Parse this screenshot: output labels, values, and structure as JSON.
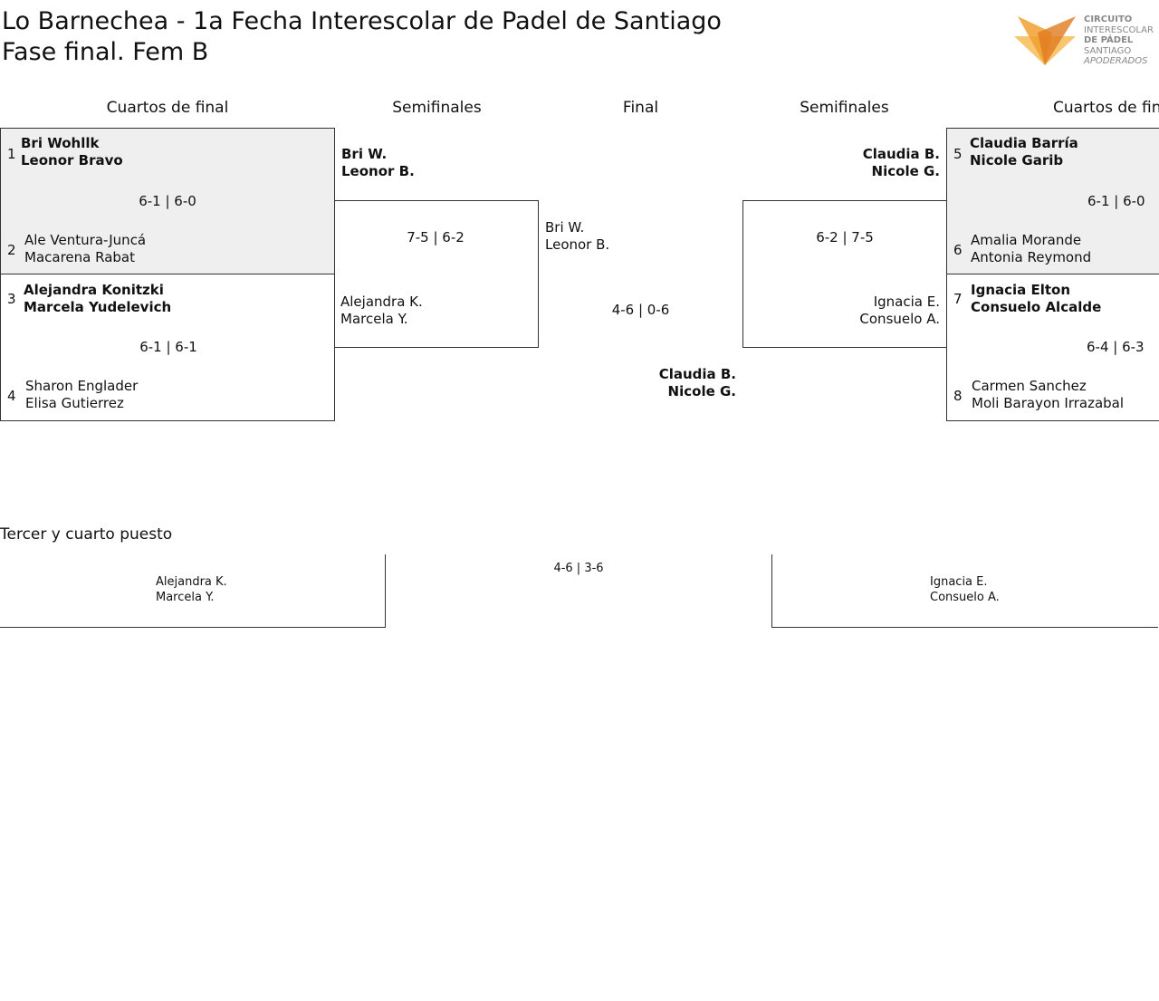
{
  "title": {
    "line1": "Lo Barnechea - 1a Fecha Interescolar de Padel de Santiago",
    "line2": "Fase final. Fem B"
  },
  "logo": {
    "line1": "CIRCUITO",
    "line2": "INTERESCOLAR",
    "line3": "DE PÁDEL",
    "line4": "SANTIAGO",
    "line5": "APODERADOS",
    "colors": [
      "#f0a030",
      "#e07a20",
      "#f8c060"
    ]
  },
  "headers": {
    "qf_left": "Cuartos de final",
    "sf_left": "Semifinales",
    "final": "Final",
    "sf_right": "Semifinales",
    "qf_right": "Cuartos de final"
  },
  "qf_left": [
    {
      "seed_a": "1",
      "a1": "Bri Wohllk",
      "a2": "Leonor Bravo",
      "score": "6-1 | 6-0",
      "seed_b": "2",
      "b1": "Ale Ventura-Juncá",
      "b2": "Macarena Rabat"
    },
    {
      "seed_a": "3",
      "a1": "Alejandra Konitzki",
      "a2": "Marcela Yudelevich",
      "score": "6-1 | 6-1",
      "seed_b": "4",
      "b1": "Sharon Englader",
      "b2": "Elisa Gutierrez"
    }
  ],
  "qf_right": [
    {
      "seed_a": "5",
      "a1": "Claudia Barría",
      "a2": "Nicole Garib",
      "score": "6-1 | 6-0",
      "seed_b": "6",
      "b1": "Amalia Morande",
      "b2": "Antonia Reymond"
    },
    {
      "seed_a": "7",
      "a1": "Ignacia Elton",
      "a2": "Consuelo Alcalde",
      "score": "6-4 | 6-3",
      "seed_b": "8",
      "b1": "Carmen Sanchez",
      "b2": "Moli Barayon Irrazabal"
    }
  ],
  "sf_left": {
    "a1": "Bri W.",
    "a2": "Leonor B.",
    "score": "7-5 | 6-2",
    "b1": "Alejandra K.",
    "b2": "Marcela Y."
  },
  "sf_right": {
    "a1": "Claudia B.",
    "a2": "Nicole G.",
    "score": "6-2 | 7-5",
    "b1": "Ignacia E.",
    "b2": "Consuelo A."
  },
  "final": {
    "a1": "Bri W.",
    "a2": "Leonor B.",
    "score": "4-6 | 0-6",
    "b1": "Claudia B.",
    "b2": "Nicole G."
  },
  "third_place": {
    "title": "Tercer y cuarto puesto",
    "left1": "Alejandra K.",
    "left2": "Marcela Y.",
    "score": "4-6 | 3-6",
    "right1": "Ignacia E.",
    "right2": "Consuelo A."
  }
}
